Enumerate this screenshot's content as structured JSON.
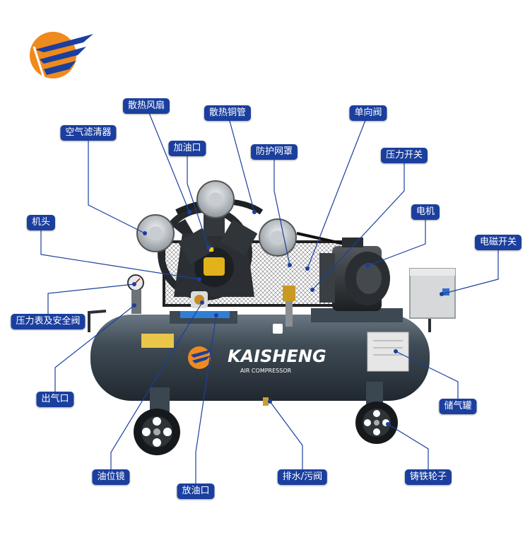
{
  "brand": {
    "logo_icon": "kaisheng-wing-logo-icon",
    "colors": {
      "orange": "#ef8a1e",
      "navy": "#1b3f9e"
    }
  },
  "product": {
    "tank_brand": "KAISHENG",
    "tank_subtitle": "AIR    COMPRESSOR"
  },
  "labels": {
    "fan": "散热风扇",
    "copper_pipe": "散热铜管",
    "check_valve": "单向阀",
    "air_filter": "空气滤清器",
    "oil_filler": "加油口",
    "guard": "防护网罩",
    "pressure_switch": "压力开关",
    "motor": "电机",
    "head": "机头",
    "magnetic_switch": "电磁开关",
    "gauge_safety": "压力表及安全阀",
    "outlet": "出气口",
    "tank": "储气罐",
    "sight_glass": "油位镜",
    "drain": "排水/污阀",
    "wheels": "铸铁轮子",
    "oil_drain": "放油口"
  },
  "colors": {
    "tag_bg": "#1b3f9e",
    "line": "#1b3f9e",
    "tank": "#3a4650",
    "pump": "#2b2f33"
  }
}
